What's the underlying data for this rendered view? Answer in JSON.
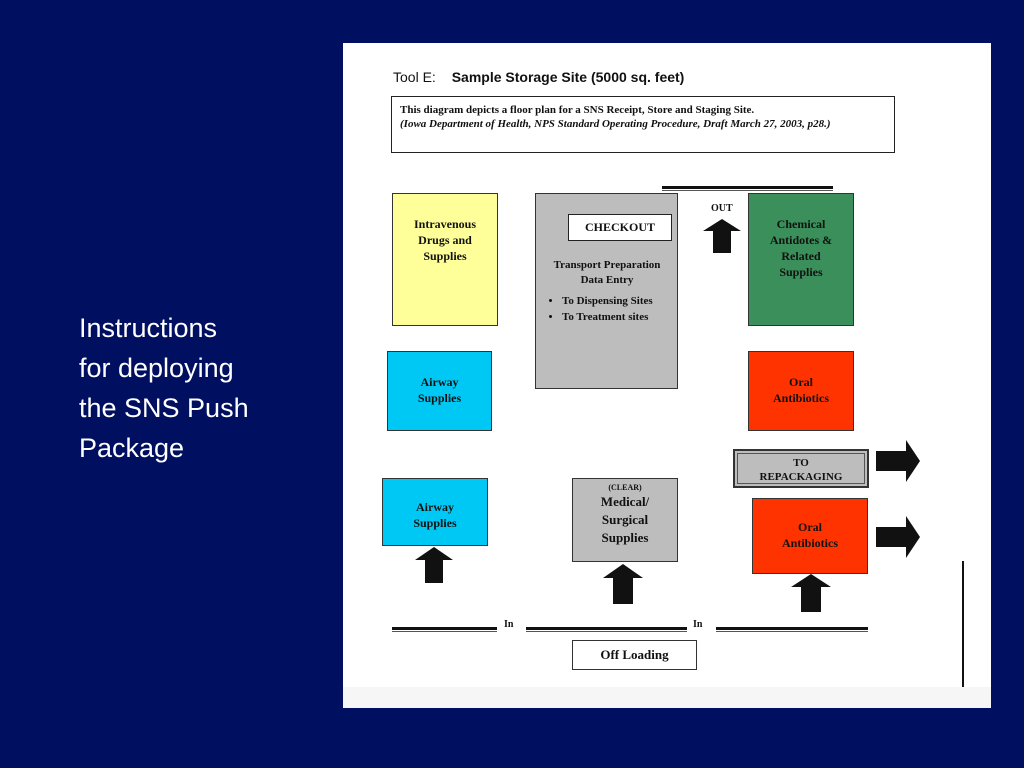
{
  "slide": {
    "caption": "Instructions\nfor deploying\nthe SNS Push\nPackage",
    "background_color": "#000f5f"
  },
  "document": {
    "tool_label": "Tool E:",
    "tool_name": "Sample Storage Site (5000 sq. feet)",
    "description_line1": "This diagram depicts a floor plan for a SNS Receipt, Store and Staging Site.",
    "description_line2": "(Iowa Department of Health, NPS Standard Operating Procedure, Draft March 27, 2003, p28.)",
    "out_label": "OUT",
    "in_label_left": "In",
    "in_label_right": "In",
    "off_loading": "Off Loading",
    "blocks": {
      "iv_drugs": "Intravenous\nDrugs and\nSupplies",
      "checkout_title": "CHECKOUT",
      "checkout_text": "Transport Preparation\nData Entry",
      "checkout_items": [
        "To Dispensing Sites",
        "To Treatment sites"
      ],
      "chemical": "Chemical\nAntidotes &\nRelated\nSupplies",
      "airway_1": "Airway\nSupplies",
      "oral_1": "Oral\nAntibiotics",
      "to_repackaging": "TO\nREPACKAGING",
      "airway_2": "Airway\nSupplies",
      "medical_clear": "(CLEAR)",
      "medical": "Medical/\nSurgical\nSupplies",
      "oral_2": "Oral\nAntibiotics"
    },
    "colors": {
      "yellow": "#ffff99",
      "gray": "#bdbdbd",
      "green": "#3a8f5a",
      "cyan": "#00c8f5",
      "red_orange": "#ff3300"
    },
    "icons": [
      "up-arrow-icon",
      "right-arrow-icon"
    ]
  }
}
